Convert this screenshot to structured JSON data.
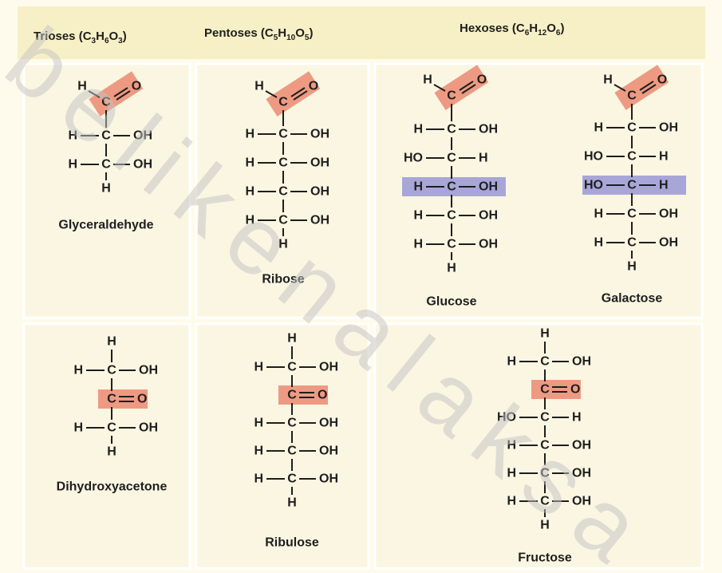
{
  "colors": {
    "background": "#fffbec",
    "header_band": "#f7f0c6",
    "cell_fill": "#faf6e2",
    "grid_line": "#ffffff",
    "text": "#1e1e1e",
    "carbonyl_highlight": "#ee9a82",
    "chiral_highlight": "#a8a6d8",
    "watermark": "#c4c4c4"
  },
  "headers": {
    "trioses": {
      "prefix": "Trioses (C",
      "c": "3",
      "h": "6",
      "o": "3"
    },
    "pentoses": {
      "prefix": "Pentoses (C",
      "c": "5",
      "h": "10",
      "o": "5"
    },
    "hexoses": {
      "prefix": "Hexoses (C",
      "c": "6",
      "h": "12",
      "o": "6"
    }
  },
  "watermark": "belikenalaksa",
  "molecules": [
    {
      "key": "glyceraldehyde",
      "name": "Glyceraldehyde",
      "top": {
        "type": "aldehyde",
        "h": "H",
        "c": "C",
        "o": "O"
      },
      "carbons": [
        {
          "left": "H",
          "center": "C",
          "right": "OH"
        },
        {
          "left": "H",
          "center": "C",
          "right": "OH"
        }
      ],
      "bottom": "H",
      "highlights": []
    },
    {
      "key": "ribose",
      "name": "Ribose",
      "top": {
        "type": "aldehyde",
        "h": "H",
        "c": "C",
        "o": "O"
      },
      "carbons": [
        {
          "left": "H",
          "center": "C",
          "right": "OH"
        },
        {
          "left": "H",
          "center": "C",
          "right": "OH"
        },
        {
          "left": "H",
          "center": "C",
          "right": "OH"
        },
        {
          "left": "H",
          "center": "C",
          "right": "OH"
        }
      ],
      "bottom": "H",
      "highlights": []
    },
    {
      "key": "glucose",
      "name": "Glucose",
      "top": {
        "type": "aldehyde",
        "h": "H",
        "c": "C",
        "o": "O"
      },
      "carbons": [
        {
          "left": "H",
          "center": "C",
          "right": "OH"
        },
        {
          "left": "HO",
          "center": "C",
          "right": "H"
        },
        {
          "left": "H",
          "center": "C",
          "right": "OH"
        },
        {
          "left": "H",
          "center": "C",
          "right": "OH"
        },
        {
          "left": "H",
          "center": "C",
          "right": "OH"
        }
      ],
      "bottom": "H",
      "highlights": [
        2
      ]
    },
    {
      "key": "galactose",
      "name": "Galactose",
      "top": {
        "type": "aldehyde",
        "h": "H",
        "c": "C",
        "o": "O"
      },
      "carbons": [
        {
          "left": "H",
          "center": "C",
          "right": "OH"
        },
        {
          "left": "HO",
          "center": "C",
          "right": "H"
        },
        {
          "left": "HO",
          "center": "C",
          "right": "H"
        },
        {
          "left": "H",
          "center": "C",
          "right": "OH"
        },
        {
          "left": "H",
          "center": "C",
          "right": "OH"
        }
      ],
      "bottom": "H",
      "highlights": [
        2
      ]
    },
    {
      "key": "dihydroxyacetone",
      "name": "Dihydroxyacetone",
      "top": {
        "type": "hydrogen",
        "text": "H"
      },
      "carbons": [
        {
          "left": "H",
          "center": "C",
          "right": "OH"
        },
        {
          "center": "C",
          "right": "O",
          "ketone": true
        },
        {
          "left": "H",
          "center": "C",
          "right": "OH"
        }
      ],
      "bottom": "H",
      "highlights": []
    },
    {
      "key": "ribulose",
      "name": "Ribulose",
      "top": {
        "type": "hydrogen",
        "text": "H"
      },
      "carbons": [
        {
          "left": "H",
          "center": "C",
          "right": "OH"
        },
        {
          "center": "C",
          "right": "O",
          "ketone": true
        },
        {
          "left": "H",
          "center": "C",
          "right": "OH"
        },
        {
          "left": "H",
          "center": "C",
          "right": "OH"
        },
        {
          "left": "H",
          "center": "C",
          "right": "OH"
        }
      ],
      "bottom": "H",
      "highlights": []
    },
    {
      "key": "fructose",
      "name": "Fructose",
      "top": {
        "type": "hydrogen",
        "text": "H"
      },
      "carbons": [
        {
          "left": "H",
          "center": "C",
          "right": "OH"
        },
        {
          "center": "C",
          "right": "O",
          "ketone": true
        },
        {
          "left": "HO",
          "center": "C",
          "right": "H"
        },
        {
          "left": "H",
          "center": "C",
          "right": "OH"
        },
        {
          "left": "H",
          "center": "C",
          "right": "OH"
        },
        {
          "left": "H",
          "center": "C",
          "right": "OH"
        }
      ],
      "bottom": "H",
      "highlights": []
    }
  ]
}
